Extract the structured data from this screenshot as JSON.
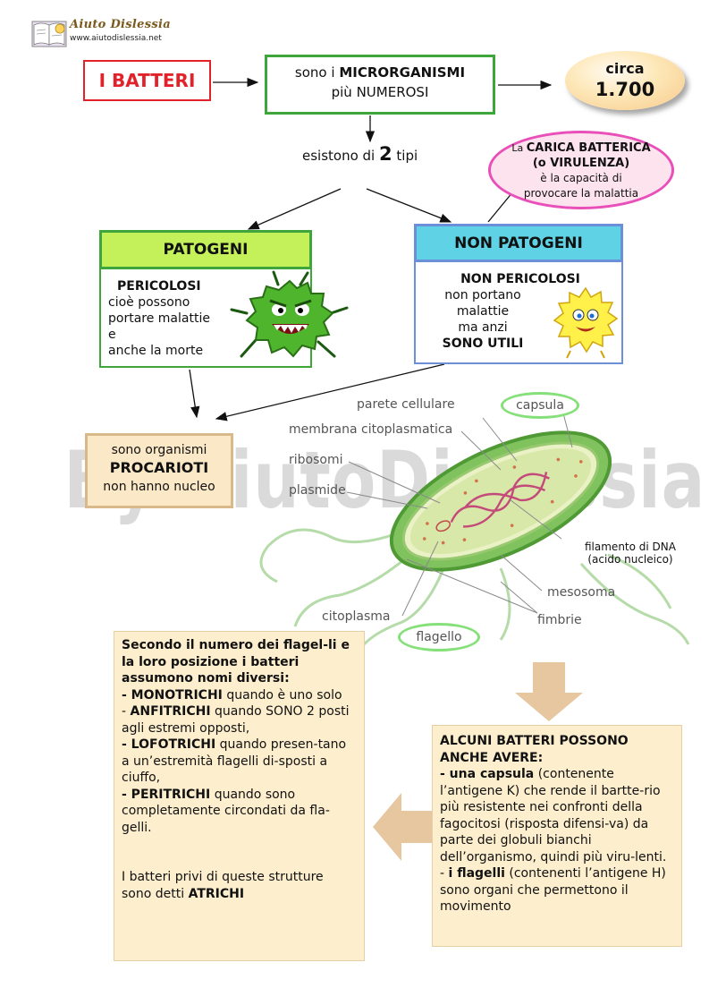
{
  "logo": {
    "title": "Aiuto Dislessia",
    "url": "www.aiutodislessia.net"
  },
  "watermark": "By AiutoDislessia.net",
  "title_box": "I BATTERI",
  "micro_box": {
    "line1_pre": "sono i ",
    "line1_bold": "MICRORGANISMI",
    "line2": "più NUMEROSI"
  },
  "count": {
    "line1": "circa",
    "line2": "1.700"
  },
  "tipi": {
    "pre": "esistono di ",
    "num": "2",
    "post": " tipi"
  },
  "carica": {
    "pre": "La ",
    "bold1": "CARICA BATTERICA",
    "bold2": "(o VIRULENZA)",
    "line3": "è la capacità di",
    "line4": "provocare la malattia"
  },
  "patogeni": {
    "title": "PATOGENI",
    "lines": [
      "PERICOLOSI",
      "cioè possono",
      "portare malattie",
      "e",
      "anche la morte"
    ]
  },
  "non_patogeni": {
    "title": "NON PATOGENI",
    "lines": [
      "NON PERICOLOSI",
      "non portano",
      "malattie",
      "ma anzi",
      "SONO UTILI"
    ]
  },
  "procarioti": {
    "line1": "sono organismi",
    "line2": "PROCARIOTI",
    "line3": "non hanno nucleo"
  },
  "labels": {
    "parete": "parete cellulare",
    "capsula": "capsula",
    "membrana": "membrana citoplasmatica",
    "ribosomi": "ribosomi",
    "plasmide": "plasmide",
    "dna1": "filamento di DNA",
    "dna2": "(acido nucleico)",
    "mesosoma": "mesosoma",
    "citoplasma": "citoplasma",
    "fimbrie": "fimbrie",
    "flagello": "flagello"
  },
  "flagelli_box": {
    "intro": "Secondo il numero dei flagel-li e la loro posizione i batteri assumono nomi diversi:",
    "mono_b": "- MONOTRICHI",
    "mono_t": "  quando  è uno solo",
    "anfi_pre": "- ",
    "anfi_b": "ANFITRICHI",
    "anfi_t": "  quando SONO 2 posti agli estremi opposti,",
    "lofo_b": "- LOFOTRICHI",
    "lofo_t": " quando presen-tano a un’estremità flagelli di-sposti a ciuffo,",
    "peri_b": "- PERITRICHI",
    "peri_t": "  quando sono completamente circondati da fla-gelli.",
    "atri_t": "I batteri privi di queste strutture sono detti ",
    "atri_b": "ATRICHI"
  },
  "capsula_box": {
    "head": "ALCUNI BATTERI POSSONO ANCHE AVERE:",
    "caps_b": "- una capsula",
    "caps_t": " (contenente l’antigene K) che rende il bartte-rio più resistente nei confronti della fagocitosi (risposta difensi-va) da parte dei globuli bianchi dell’organismo, quindi più viru-lenti.",
    "flag_pre": "- ",
    "flag_b": "i flagelli",
    "flag_t": " (contenenti l’antigene H) sono organi che permettono il movimento"
  },
  "colors": {
    "red": "#e2222b",
    "green": "#3fa63b",
    "lime": "#c4f05a",
    "cyan": "#5fd3e5",
    "pink": "#e84fb8",
    "beige": "#fdeecd"
  }
}
